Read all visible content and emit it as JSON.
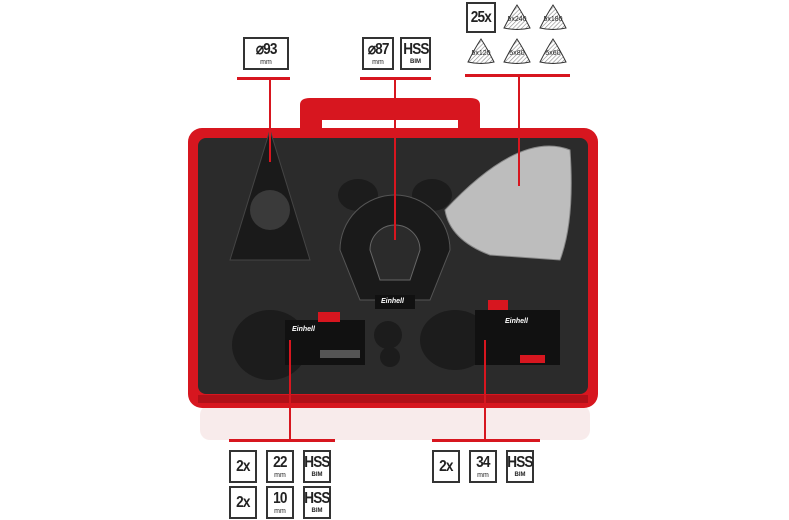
{
  "callouts": {
    "top_left": {
      "diameter": "⌀93",
      "unit": "mm"
    },
    "top_center": {
      "diameter": "⌀87",
      "unit": "mm",
      "material": "HSS",
      "material_sub": "BIM"
    },
    "top_right": {
      "count": "25x",
      "sanding_sheets": [
        "5x240",
        "5x180",
        "5x120",
        "5x80",
        "5x60"
      ]
    },
    "bottom_left": [
      {
        "count": "2x",
        "width": "22",
        "unit": "mm",
        "material": "HSS",
        "material_sub": "BIM"
      },
      {
        "count": "2x",
        "width": "10",
        "unit": "mm",
        "material": "HSS",
        "material_sub": "BIM"
      }
    ],
    "bottom_right": {
      "count": "2x",
      "width": "34",
      "unit": "mm",
      "material": "HSS",
      "material_sub": "BIM"
    }
  },
  "colors": {
    "case_red": "#d7161f",
    "insert_dark": "#2b2b2b",
    "accent_line": "#d7161f"
  },
  "brand": "Einhell"
}
